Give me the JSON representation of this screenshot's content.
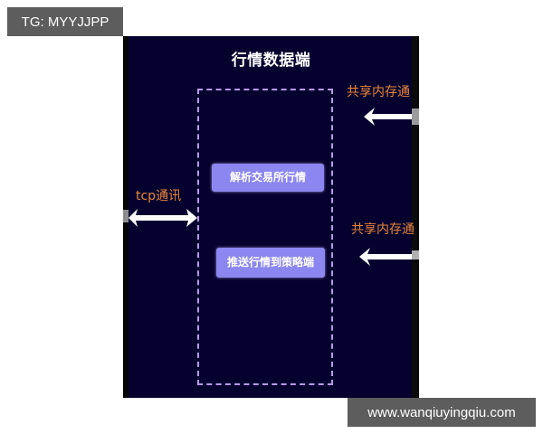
{
  "watermarks": {
    "top_left": "TG: MYYJJPP",
    "bottom_right": "www.wanqiuyingqiu.com"
  },
  "diagram": {
    "title": "行情数据端",
    "container": {
      "style": "dashed",
      "color": "#b79ae8"
    },
    "nodes": [
      {
        "id": "parse",
        "label": "解析交易所行情"
      },
      {
        "id": "push",
        "label": "推送行情到策略端"
      }
    ],
    "edges": [
      {
        "label": "tcp通讯",
        "direction": "bidirectional",
        "side": "left"
      },
      {
        "label": "共享内存通",
        "direction": "inbound-left",
        "side": "right-top"
      },
      {
        "label": "共享内存通",
        "direction": "inbound-left",
        "side": "right-bottom"
      }
    ],
    "colors": {
      "background": "#05002e",
      "node_fill": "#8b86f0",
      "label_orange": "#e8883a",
      "arrow": "#ffffff"
    }
  }
}
